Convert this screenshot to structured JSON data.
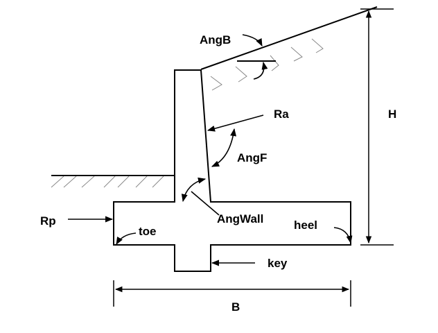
{
  "labels": {
    "ang_b": "AngB",
    "ra": "Ra",
    "ang_f": "AngF",
    "h": "H",
    "rp": "Rp",
    "ang_wall": "AngWall",
    "toe": "toe",
    "heel": "heel",
    "key": "key",
    "b": "B"
  },
  "colors": {
    "line": "#000000",
    "hatch": "#888888",
    "background": "#ffffff"
  }
}
